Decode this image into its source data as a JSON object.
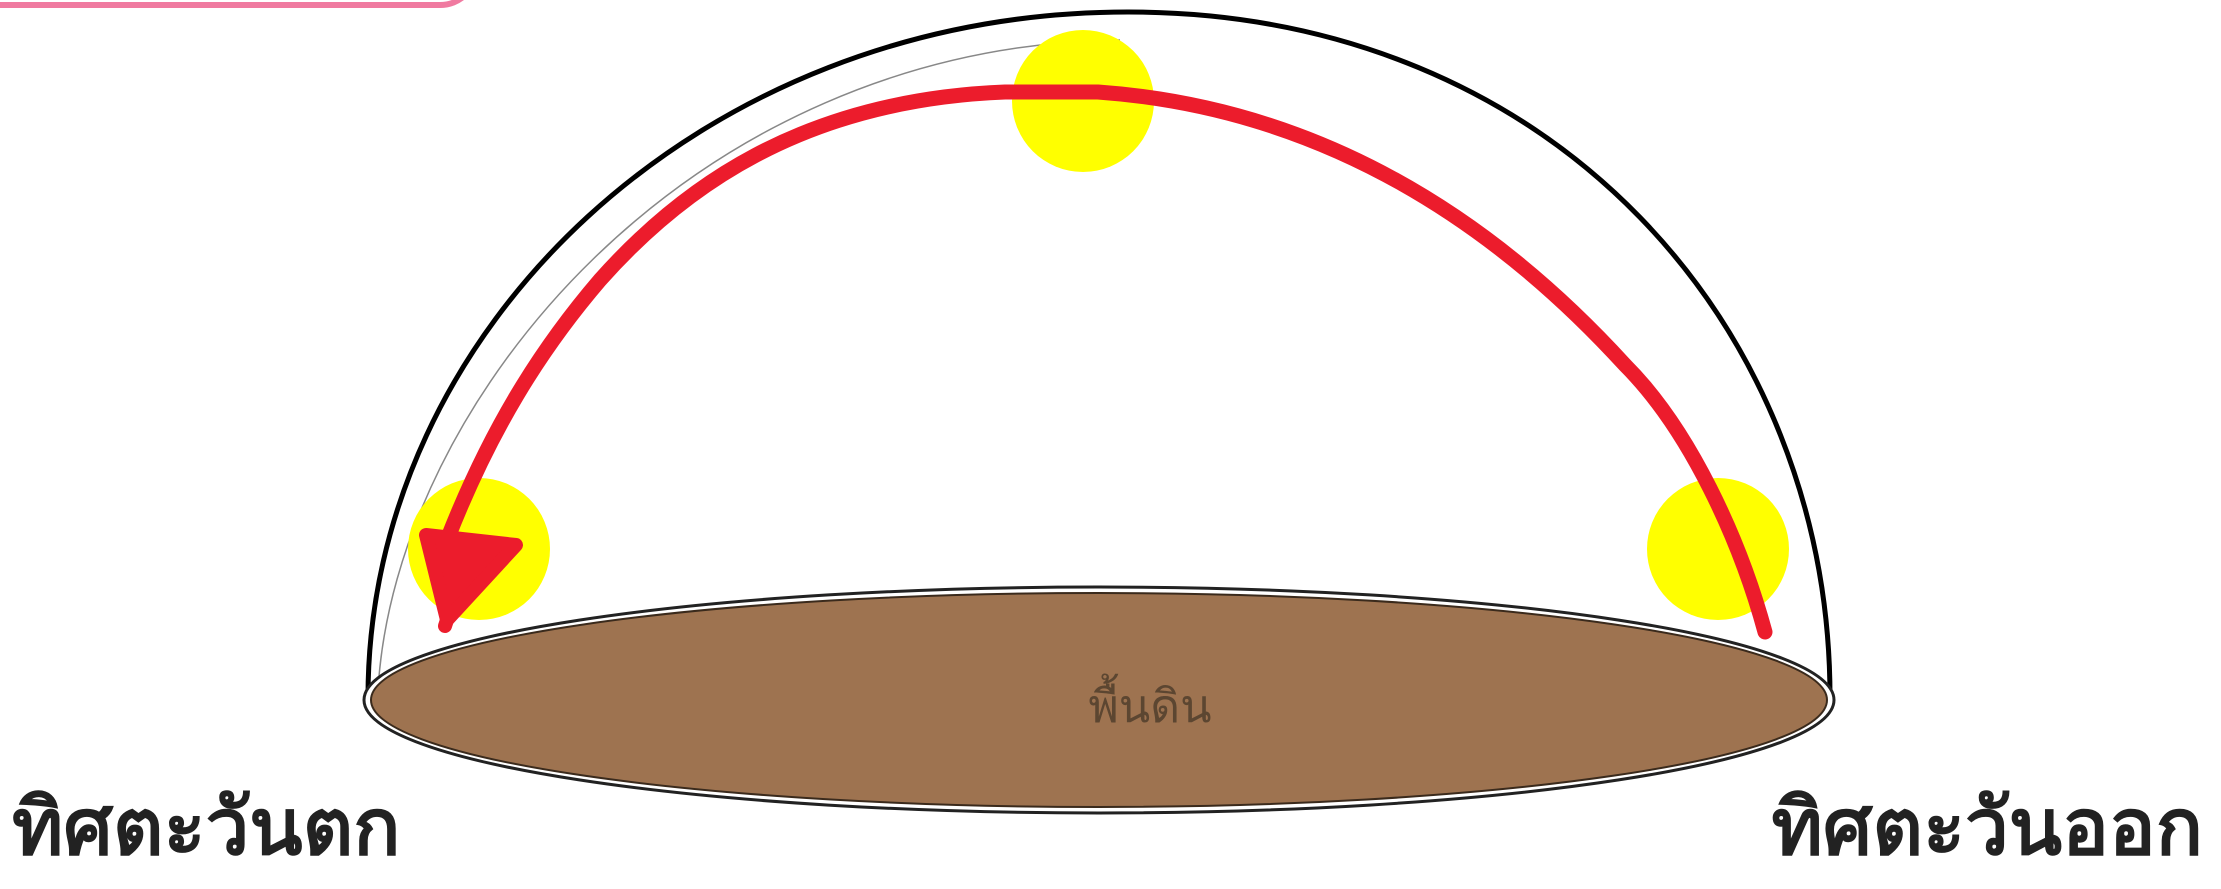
{
  "labels": {
    "ground": "พื้นดิน",
    "west": "ทิศตะวันตก",
    "east": "ทิศตะวันออก"
  },
  "colors": {
    "sun": "#ffff00",
    "sun_path": "#ec1c2c",
    "ground": "#9e7350",
    "dome_outline": "#000000",
    "accent_tab": "#f07aa0"
  },
  "suns": [
    "sunrise-east",
    "noon-top",
    "sunset-west"
  ]
}
